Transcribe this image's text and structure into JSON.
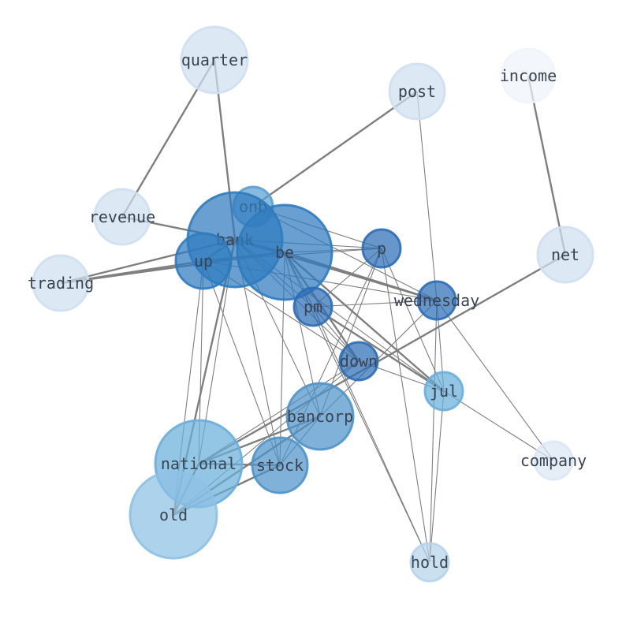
{
  "graph": {
    "nodes": [
      {
        "id": "quarter",
        "label": "quarter",
        "color": "#cfdff0",
        "weight": 0.1
      },
      {
        "id": "post",
        "label": "post",
        "color": "#cfdff0",
        "weight": 0.08
      },
      {
        "id": "income",
        "label": "income",
        "color": "#eef4fb",
        "weight": 0.06
      },
      {
        "id": "revenue",
        "label": "revenue",
        "color": "#cfdff0",
        "weight": 0.07
      },
      {
        "id": "onb",
        "label": "onb",
        "color": "#5aa0d3",
        "weight": 0.04
      },
      {
        "id": "bank",
        "label": "bank",
        "color": "#2f7bbf",
        "weight": 0.22
      },
      {
        "id": "be",
        "label": "be",
        "color": "#2f7bbf",
        "weight": 0.22
      },
      {
        "id": "p",
        "label": "p",
        "color": "#2c6db5",
        "weight": 0.04
      },
      {
        "id": "net",
        "label": "net",
        "color": "#cfdff0",
        "weight": 0.07
      },
      {
        "id": "trading",
        "label": "trading",
        "color": "#cfdff0",
        "weight": 0.07
      },
      {
        "id": "up",
        "label": "up",
        "color": "#2f7bbf",
        "weight": 0.07
      },
      {
        "id": "wednesday",
        "label": "wednesday",
        "color": "#2c6db5",
        "weight": 0.04
      },
      {
        "id": "pm",
        "label": "pm",
        "color": "#2c6db5",
        "weight": 0.04
      },
      {
        "id": "down",
        "label": "down",
        "color": "#2c6db5",
        "weight": 0.04
      },
      {
        "id": "jul",
        "label": "jul",
        "color": "#6aaedb",
        "weight": 0.04
      },
      {
        "id": "bancorp",
        "label": "bancorp",
        "color": "#4f93c9",
        "weight": 0.12
      },
      {
        "id": "national",
        "label": "national",
        "color": "#6aaedb",
        "weight": 0.18
      },
      {
        "id": "stock",
        "label": "stock",
        "color": "#4f93c9",
        "weight": 0.07
      },
      {
        "id": "company",
        "label": "company",
        "color": "#dbe7f4",
        "weight": 0.04
      },
      {
        "id": "old",
        "label": "old",
        "color": "#8dc1e4",
        "weight": 0.18
      },
      {
        "id": "hold",
        "label": "hold",
        "color": "#b5d4ec",
        "weight": 0.04
      }
    ],
    "edges": [
      {
        "source": "quarter",
        "target": "revenue",
        "strength": 2
      },
      {
        "source": "quarter",
        "target": "bank",
        "strength": 2
      },
      {
        "source": "post",
        "target": "onb",
        "strength": 2
      },
      {
        "source": "post",
        "target": "wednesday",
        "strength": 1
      },
      {
        "source": "income",
        "target": "net",
        "strength": 2
      },
      {
        "source": "revenue",
        "target": "bank",
        "strength": 2
      },
      {
        "source": "trading",
        "target": "bank",
        "strength": 2
      },
      {
        "source": "trading",
        "target": "up",
        "strength": 2
      },
      {
        "source": "trading",
        "target": "be",
        "strength": 2
      },
      {
        "source": "net",
        "target": "national",
        "strength": 2
      },
      {
        "source": "onb",
        "target": "p",
        "strength": 1
      },
      {
        "source": "onb",
        "target": "wednesday",
        "strength": 1
      },
      {
        "source": "bank",
        "target": "be",
        "strength": 2
      },
      {
        "source": "bank",
        "target": "up",
        "strength": 2
      },
      {
        "source": "bank",
        "target": "p",
        "strength": 1
      },
      {
        "source": "bank",
        "target": "wednesday",
        "strength": 2
      },
      {
        "source": "bank",
        "target": "pm",
        "strength": 1
      },
      {
        "source": "bank",
        "target": "down",
        "strength": 1
      },
      {
        "source": "bank",
        "target": "jul",
        "strength": 1
      },
      {
        "source": "bank",
        "target": "bancorp",
        "strength": 1
      },
      {
        "source": "bank",
        "target": "stock",
        "strength": 1
      },
      {
        "source": "bank",
        "target": "national",
        "strength": 1
      },
      {
        "source": "bank",
        "target": "old",
        "strength": 2
      },
      {
        "source": "be",
        "target": "up",
        "strength": 2
      },
      {
        "source": "be",
        "target": "p",
        "strength": 1
      },
      {
        "source": "be",
        "target": "wednesday",
        "strength": 2
      },
      {
        "source": "be",
        "target": "pm",
        "strength": 1
      },
      {
        "source": "be",
        "target": "down",
        "strength": 2
      },
      {
        "source": "be",
        "target": "jul",
        "strength": 2
      },
      {
        "source": "be",
        "target": "bancorp",
        "strength": 1
      },
      {
        "source": "be",
        "target": "stock",
        "strength": 1
      },
      {
        "source": "be",
        "target": "hold",
        "strength": 1
      },
      {
        "source": "up",
        "target": "p",
        "strength": 1
      },
      {
        "source": "up",
        "target": "wednesday",
        "strength": 1
      },
      {
        "source": "up",
        "target": "national",
        "strength": 1
      },
      {
        "source": "up",
        "target": "stock",
        "strength": 1
      },
      {
        "source": "up",
        "target": "old",
        "strength": 1
      },
      {
        "source": "up",
        "target": "down",
        "strength": 1
      },
      {
        "source": "p",
        "target": "pm",
        "strength": 1
      },
      {
        "source": "p",
        "target": "bancorp",
        "strength": 1
      },
      {
        "source": "p",
        "target": "stock",
        "strength": 1
      },
      {
        "source": "p",
        "target": "jul",
        "strength": 1
      },
      {
        "source": "p",
        "target": "hold",
        "strength": 1
      },
      {
        "source": "wednesday",
        "target": "pm",
        "strength": 1
      },
      {
        "source": "wednesday",
        "target": "jul",
        "strength": 1
      },
      {
        "source": "wednesday",
        "target": "hold",
        "strength": 1
      },
      {
        "source": "wednesday",
        "target": "company",
        "strength": 1
      },
      {
        "source": "wednesday",
        "target": "bancorp",
        "strength": 1
      },
      {
        "source": "pm",
        "target": "down",
        "strength": 1
      },
      {
        "source": "pm",
        "target": "jul",
        "strength": 2
      },
      {
        "source": "pm",
        "target": "hold",
        "strength": 1
      },
      {
        "source": "down",
        "target": "jul",
        "strength": 1
      },
      {
        "source": "down",
        "target": "national",
        "strength": 1
      },
      {
        "source": "down",
        "target": "old",
        "strength": 1
      },
      {
        "source": "jul",
        "target": "company",
        "strength": 1
      },
      {
        "source": "jul",
        "target": "hold",
        "strength": 1
      },
      {
        "source": "bancorp",
        "target": "national",
        "strength": 2
      },
      {
        "source": "bancorp",
        "target": "old",
        "strength": 2
      },
      {
        "source": "bancorp",
        "target": "stock",
        "strength": 1
      },
      {
        "source": "national",
        "target": "stock",
        "strength": 2
      },
      {
        "source": "national",
        "target": "old",
        "strength": 2
      },
      {
        "source": "stock",
        "target": "old",
        "strength": 2
      }
    ]
  }
}
